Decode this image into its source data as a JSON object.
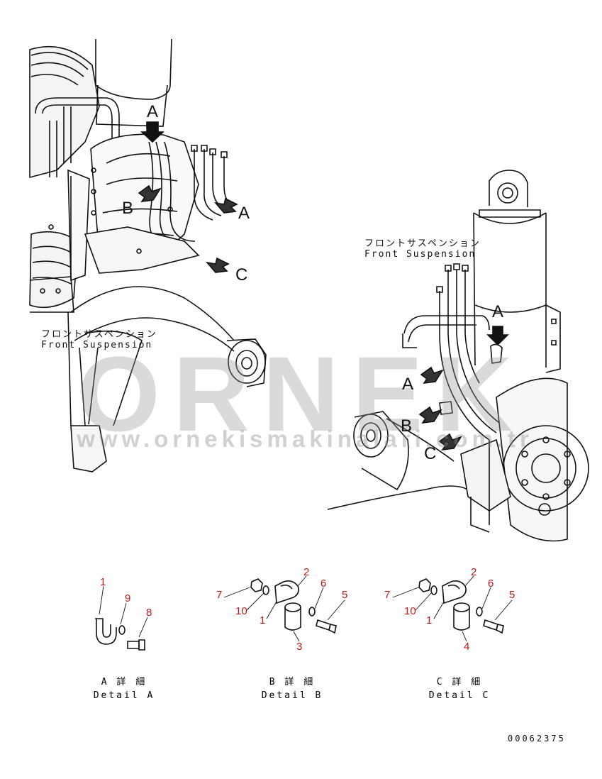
{
  "left_view": {
    "label_ja": "フロントサスペンション",
    "label_en": "Front Suspension",
    "marker_a": "A",
    "marker_b": "B",
    "marker_c": "C",
    "marker_a_top": "A"
  },
  "right_view": {
    "label_ja": "フロントサスペンション",
    "label_en": "Front Suspension",
    "marker_a": "A",
    "marker_b": "B",
    "marker_c": "C",
    "marker_a_top": "A"
  },
  "watermark": {
    "brand": "ORNEK",
    "url": "www.ornekismakinalari.com.tr"
  },
  "detail_a": {
    "title_ja": "A 詳 細",
    "title_en": "Detail A",
    "parts": [
      "1",
      "9",
      "8"
    ]
  },
  "detail_b": {
    "title_ja": "B 詳 細",
    "title_en": "Detail B",
    "parts": [
      "7",
      "10",
      "1",
      "2",
      "6",
      "5",
      "3"
    ]
  },
  "detail_c": {
    "title_ja": "C 詳 細",
    "title_en": "Detail C",
    "parts": [
      "7",
      "10",
      "1",
      "2",
      "6",
      "5",
      "4"
    ]
  },
  "drawing_number": "00062375",
  "colors": {
    "callout": "#c01818",
    "line": "#111111",
    "watermark": "#969696"
  }
}
